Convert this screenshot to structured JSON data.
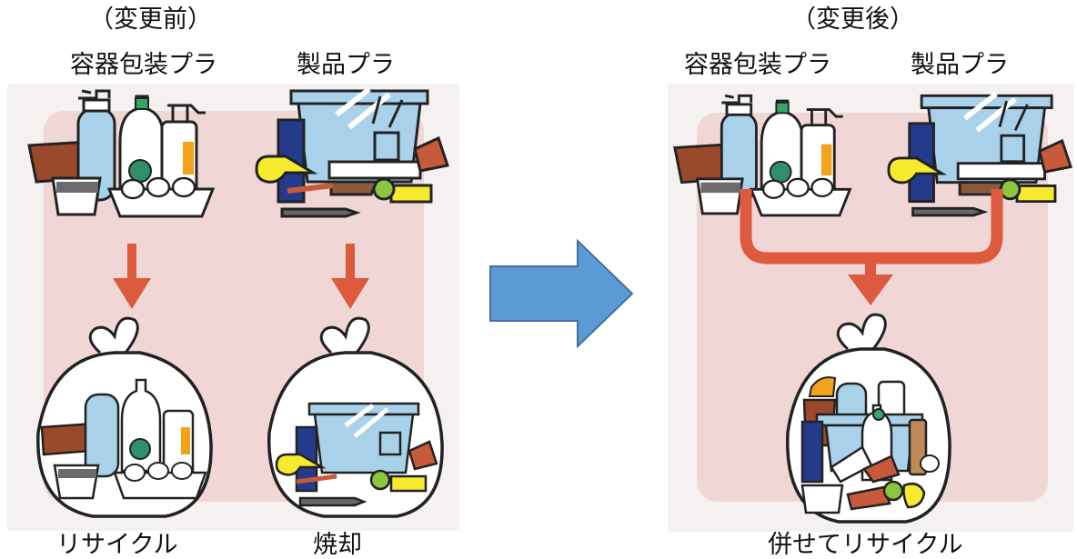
{
  "before": {
    "heading": "（変更前）",
    "left_label": "容器包装プラ",
    "right_label": "製品プラ",
    "left_result": "リサイクル",
    "right_result": "焼却"
  },
  "after": {
    "heading": "（変更後）",
    "left_label": "容器包装プラ",
    "right_label": "製品プラ",
    "result": "併せてリサイクル"
  },
  "colors": {
    "flow_arrow": "#dd5a3f",
    "transition_arrow": "#5b9bd5",
    "background_tint": "#f1d6d6"
  }
}
